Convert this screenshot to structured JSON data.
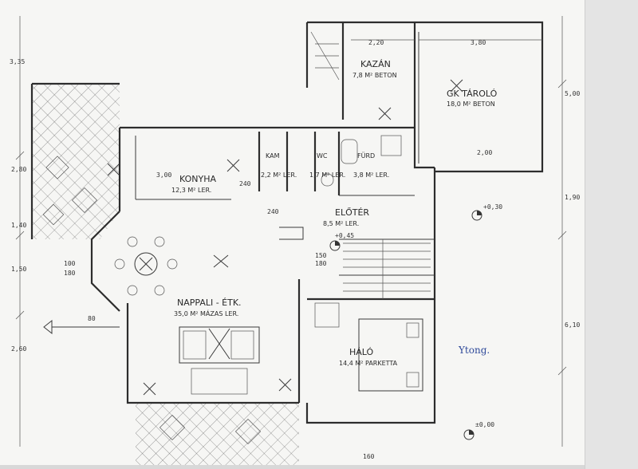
{
  "rooms": {
    "kazan": {
      "name": "KAZÁN",
      "area": "7,8 M² BETON"
    },
    "gk_tarolo": {
      "name": "GK TÁROLÓ",
      "area": "18,0 M² BETON"
    },
    "konyha": {
      "name": "KONYHA",
      "area": "12,3 M² LER."
    },
    "kamra": {
      "name": "KAM",
      "area": "2,2 M² LER."
    },
    "wc": {
      "name": "WC",
      "area": "1,7 M² LER."
    },
    "furdo": {
      "name": "FÜRD",
      "area": "3,8 M² LER."
    },
    "eloter": {
      "name": "ELŐTÉR",
      "area": "8,5 M² LER."
    },
    "nappali": {
      "name": "NAPPALI - ÉTK.",
      "area": "35,0 M² MÁZAS LER."
    },
    "halo": {
      "name": "HÁLÓ",
      "area": "14,4 M² PARKETTA"
    }
  },
  "levels": {
    "l1": "+0,30",
    "l2": "+0,45",
    "l3": "±0,00"
  },
  "dims": {
    "d_220": "2,20",
    "d_380": "3,80",
    "d_300": "3,00",
    "d_240a": "240",
    "d_240b": "240",
    "d_280": "2,80",
    "d_140": "1,40",
    "d_150": "1,50",
    "d_100": "100",
    "d_180a": "180",
    "d_180b": "180",
    "d_080": "80",
    "d_260": "2,60",
    "d_200": "2,00",
    "d_500": "5,00",
    "d_610": "6,10",
    "d_335": "3,35",
    "d_150b": "150",
    "d_160": "160",
    "d_190": "1,90"
  },
  "handwriting": {
    "material_note": "Ytong."
  },
  "colors": {
    "paper": "#f6f6f4",
    "ink": "#2d2d2d",
    "pen": "#2f4a9a",
    "sidebar": "#e4e4e4"
  }
}
